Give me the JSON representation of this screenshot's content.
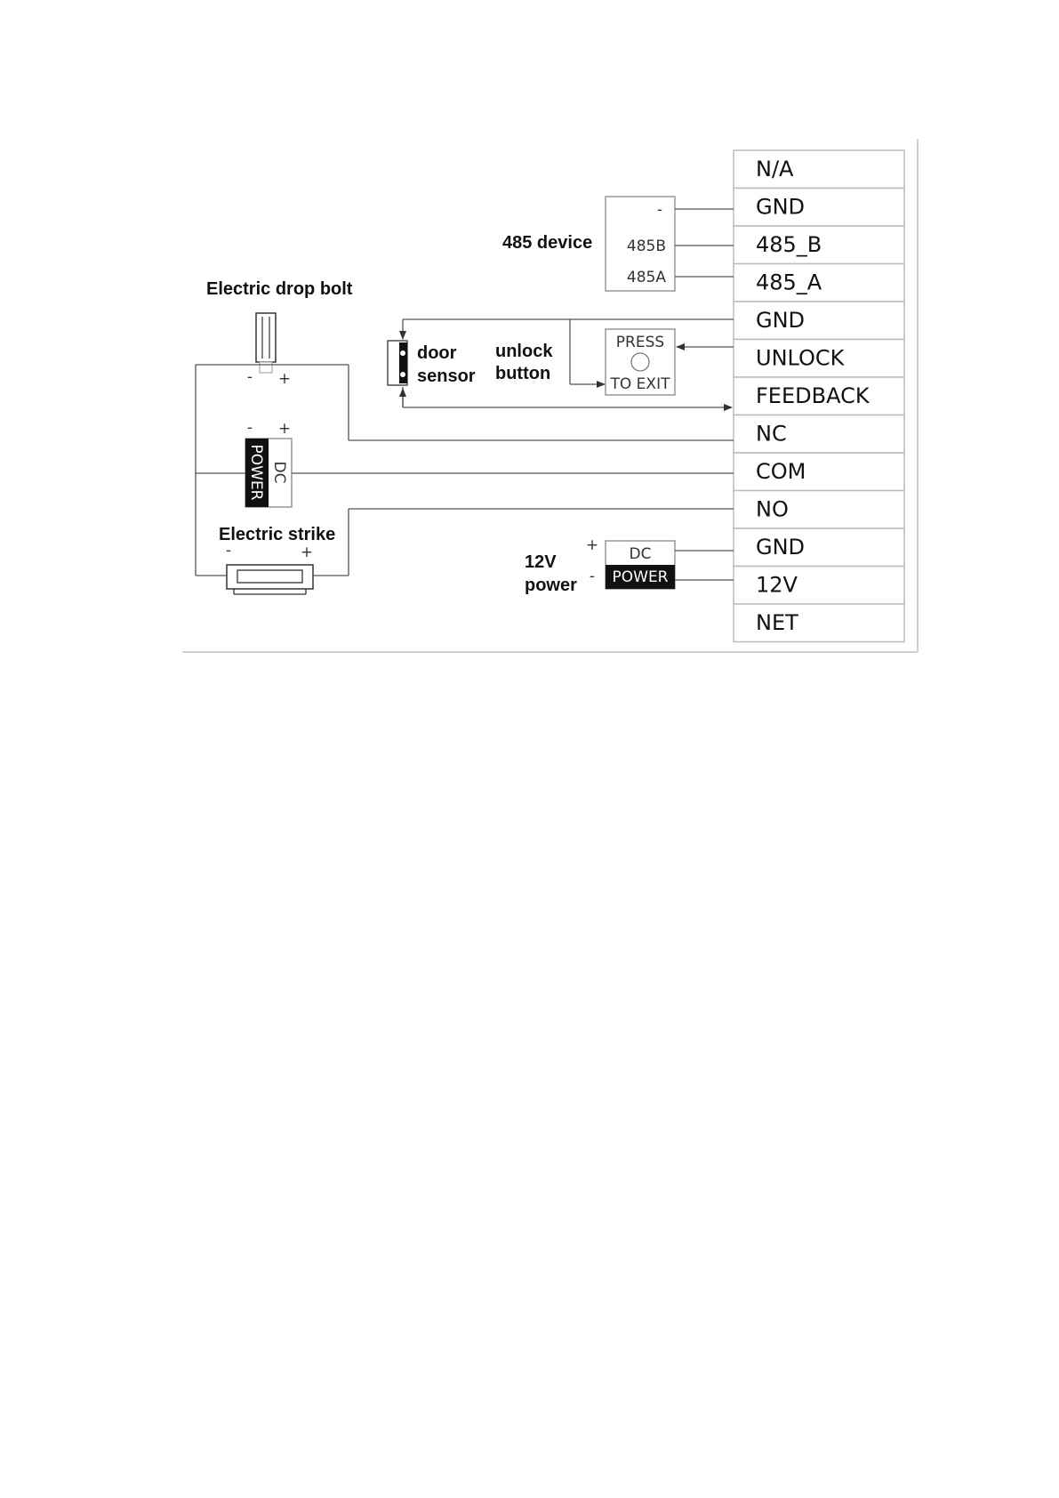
{
  "terminals": [
    "N/A",
    "GND",
    "485_B",
    "485_A",
    "GND",
    "UNLOCK",
    "FEEDBACK",
    "NC",
    "COM",
    "NO",
    "GND",
    "12V",
    "NET"
  ],
  "rs485": {
    "title": "485 device",
    "pins": [
      "-",
      "485B",
      "485A"
    ]
  },
  "drop_bolt": {
    "title": "Electric drop bolt",
    "minus": "-",
    "plus": "+"
  },
  "door_sensor": {
    "line1": "door",
    "line2": "sensor"
  },
  "unlock_button": {
    "line1": "unlock",
    "line2": "button",
    "press": "PRESS",
    "to_exit": "TO EXIT"
  },
  "dc_power_left": {
    "dc": "DC",
    "power": "POWER",
    "minus": "-",
    "plus": "+"
  },
  "electric_strike": {
    "title": "Electric strike",
    "minus": "-",
    "plus": "+"
  },
  "power_12v": {
    "line1": "12V",
    "line2": "power",
    "dc": "DC",
    "power": "POWER",
    "plus": "+",
    "minus": "-"
  }
}
